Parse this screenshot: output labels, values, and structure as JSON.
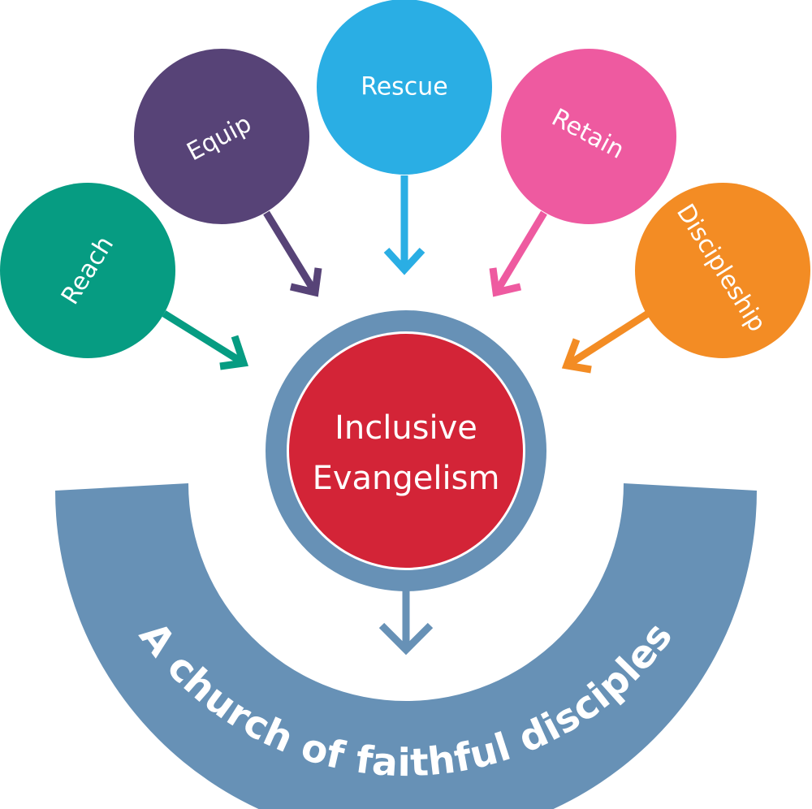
{
  "diagram": {
    "bubbles": [
      {
        "id": "reach",
        "label": "Reach",
        "color": "#069C82"
      },
      {
        "id": "equip",
        "label": "Equip",
        "color": "#574377"
      },
      {
        "id": "rescue",
        "label": "Rescue",
        "color": "#2AAEE4"
      },
      {
        "id": "retain",
        "label": "Retain",
        "color": "#EE5AA0"
      },
      {
        "id": "discipleship",
        "label": "Discipleship",
        "color": "#F38C24"
      }
    ],
    "center": {
      "line1": "Inclusive",
      "line2": "Evangelism",
      "fill_color": "#D32437",
      "ring_color": "#6791B6"
    },
    "arc": {
      "label": "A church of faithful disciples",
      "color": "#6791B6"
    }
  }
}
